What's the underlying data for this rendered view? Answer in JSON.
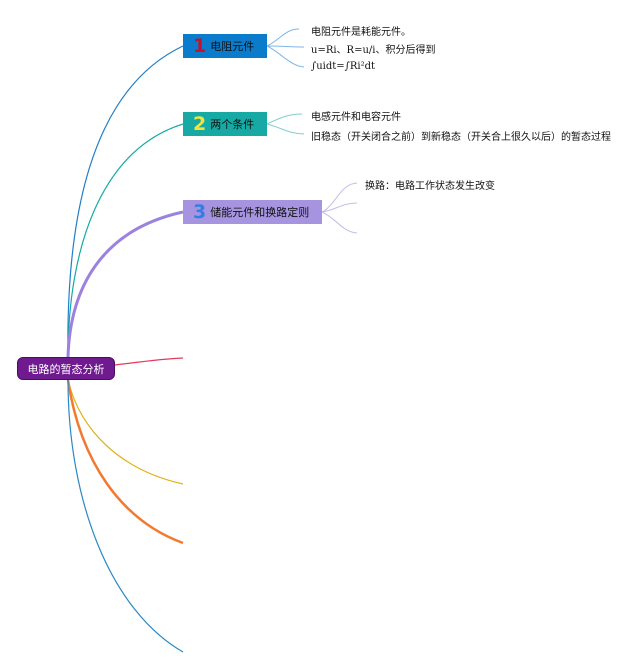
{
  "root": {
    "label": "电路的暂态分析"
  },
  "topics": [
    {
      "number": "1",
      "label": "电阻元件",
      "notes": [
        "电阻元件是耗能元件。",
        "u=Ri、R=u/i、积分后得到",
        "∫uidt=∫Ri²dt"
      ]
    },
    {
      "number": "2",
      "label": "两个条件",
      "notes": [
        "电感元件和电容元件",
        "旧稳态（开关闭合之前）到新稳态（开关合上很久以后）的暂态过程"
      ]
    },
    {
      "number": "3",
      "label": "储能元件和换路定则",
      "notes": [
        "换路：电路工作状态发生改变"
      ]
    }
  ],
  "colors": {
    "root": "#6f1a8f",
    "topic1": "#0b7bcc",
    "topic2": "#17aaa4",
    "topic3": "#a694e0",
    "branch_red": "#e23b5a",
    "branch_yellow": "#e0b21a",
    "branch_orange": "#f27a30",
    "branch_blue": "#2a89c4"
  }
}
